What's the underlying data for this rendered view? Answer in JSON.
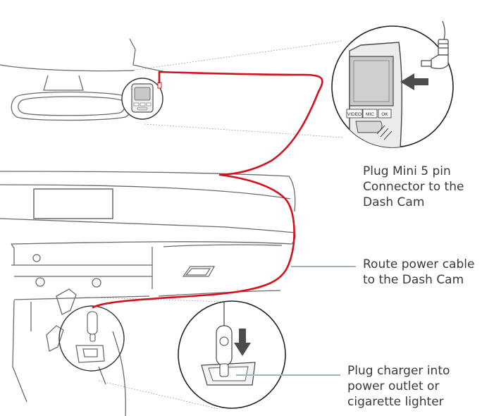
{
  "labels": {
    "connector": "Plug Mini 5 pin\nConnector to the\nDash Cam",
    "route": "Route power cable\nto the Dash Cam",
    "charger": "Plug charger into\npower outlet or\ncigarette lighter"
  },
  "camera_buttons": [
    "VIDEO",
    "MIC",
    "OK"
  ],
  "colors": {
    "cable": "#d4121f",
    "line": "#6b6b6b",
    "dash": "#8a8a8a",
    "leader": "#9fb6c0",
    "arrow": "#4d4d4d"
  },
  "icons": [
    "rearview-mirror",
    "dash-cam",
    "mini-usb-connector",
    "car-charger",
    "down-arrow-icon",
    "left-arrow-icon"
  ]
}
